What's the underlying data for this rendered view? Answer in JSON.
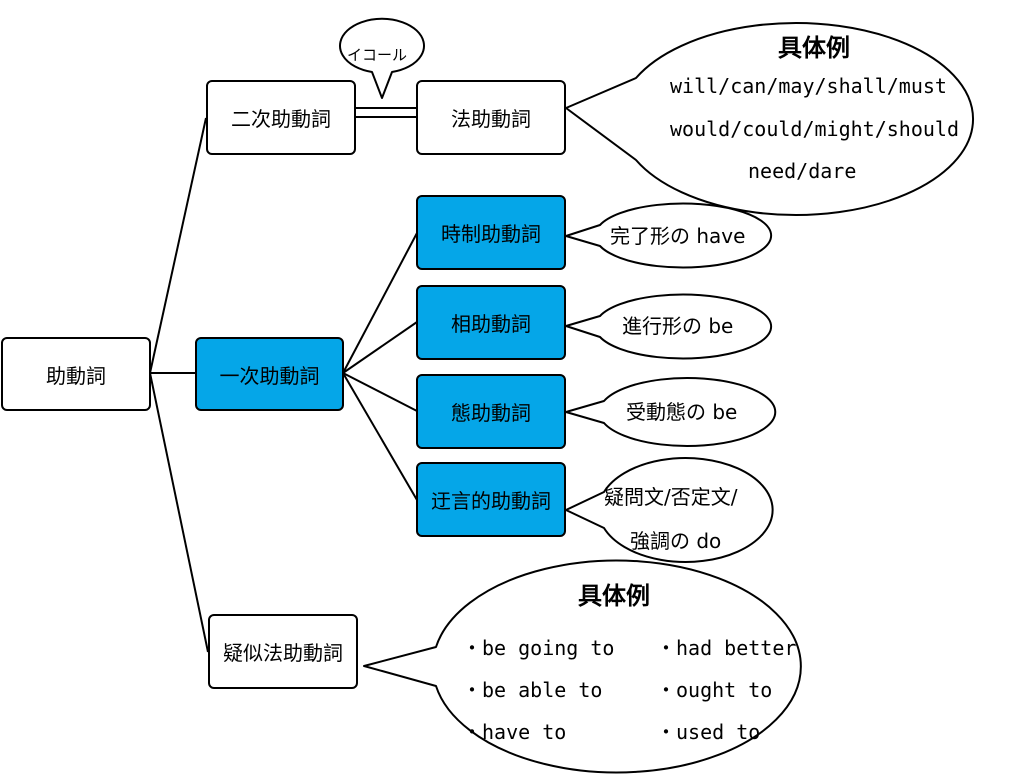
{
  "nodes": {
    "root": "助動詞",
    "secondary": "二次助動詞",
    "modal": "法助動詞",
    "primary": "一次助動詞",
    "tense": "時制助動詞",
    "aspect": "相助動詞",
    "voice": "態助動詞",
    "periphrastic": "迂言的助動詞",
    "quasi_modal": "疑似法助動詞"
  },
  "equal_label": "イコール",
  "modal_examples": {
    "header": "具体例",
    "lines": [
      "will/can/may/shall/must",
      "would/could/might/should",
      "need/dare"
    ]
  },
  "bubbles": {
    "tense": "完了形の have",
    "aspect": "進行形の be",
    "voice": "受動態の be",
    "periphrastic": [
      "疑問文/否定文/",
      "強調の do"
    ]
  },
  "quasi_examples": {
    "header": "具体例",
    "items": [
      "・be going to",
      "・had better",
      "・be able to",
      "・ought to",
      "・have to",
      "・used to"
    ]
  },
  "colors": {
    "primary_fill": "#05a6e8",
    "outline": "#000000",
    "background": "#ffffff"
  }
}
